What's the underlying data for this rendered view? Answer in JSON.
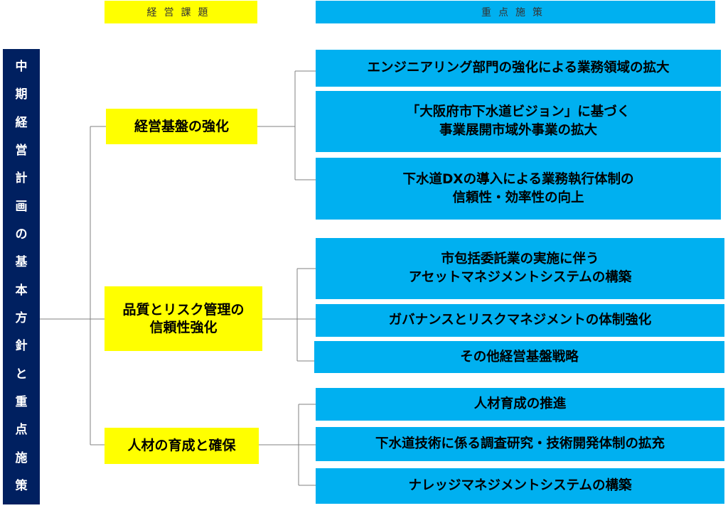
{
  "headers": {
    "issues": "経営課題",
    "measures": "重点施策"
  },
  "policy_title": [
    "中",
    "期",
    "経",
    "営",
    "計",
    "画",
    "の",
    "基",
    "本",
    "方",
    "針",
    "と",
    "重",
    "点",
    "施",
    "策"
  ],
  "issues": [
    {
      "label": "経営基盤の強化",
      "measures": [
        "エンジニアリング部門の強化による業務領域の拡大",
        "「大阪府市下水道ビジョン」に基づく\n事業展開市域外事業の拡大",
        "下水道DXの導入による業務執行体制の\n信頼性・効率性の向上"
      ]
    },
    {
      "label": "品質とリスク管理の\n信頼性強化",
      "measures": [
        "市包括委託業の実施に伴う\nアセットマネジメントシステムの構築",
        "ガバナンスとリスクマネジメントの体制強化",
        "その他経営基盤戦略"
      ]
    },
    {
      "label": "人材の育成と確保",
      "measures": [
        "人材育成の推進",
        "下水道技術に係る調査研究・技術開発体制の拡充",
        "ナレッジマネジメントシステムの構築"
      ]
    }
  ],
  "colors": {
    "navy": "#002060",
    "yellow": "#ffff00",
    "blue": "#00b0f0",
    "line": "#808080"
  }
}
